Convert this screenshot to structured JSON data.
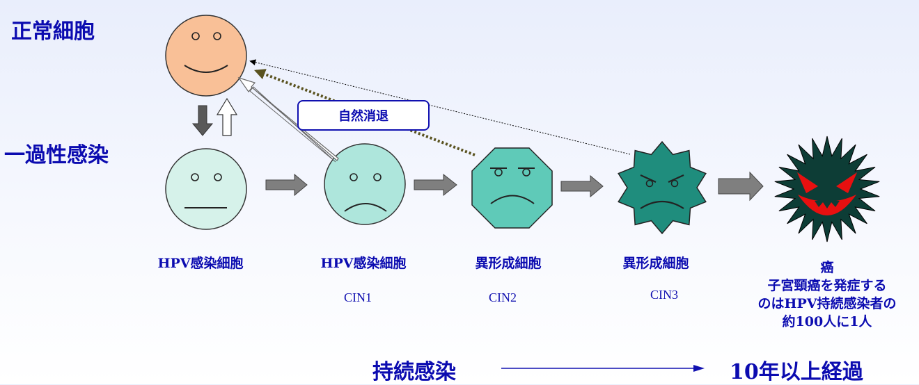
{
  "labels": {
    "normal_cell": "正常細胞",
    "transient_infection": "一過性感染",
    "regression": "自然消退",
    "persistent_infection": "持続感染",
    "ten_years": "10年以上経過"
  },
  "stages": [
    {
      "name": "HPV感染細胞",
      "grade": ""
    },
    {
      "name": "HPV感染細胞",
      "grade": "CIN1"
    },
    {
      "name": "異形成細胞",
      "grade": "CIN2"
    },
    {
      "name": "異形成細胞",
      "grade": "CIN3"
    }
  ],
  "cancer": {
    "title": "癌",
    "lines": [
      "子宮頸癌を発症する",
      "のはHPV持続感染者の",
      "約100人に1人"
    ]
  },
  "colors": {
    "text": "#0b0bb0",
    "normal_face": "#f9c097",
    "hpv_face": "#d6f2ea",
    "cin1_face": "#aee6dc",
    "cin2_face": "#5fcab8",
    "cin3_face": "#1f8d7d",
    "cancer_body": "#0d3d36",
    "cancer_mouth": "#e81010",
    "arrow_gray": "#7f7f7f"
  }
}
